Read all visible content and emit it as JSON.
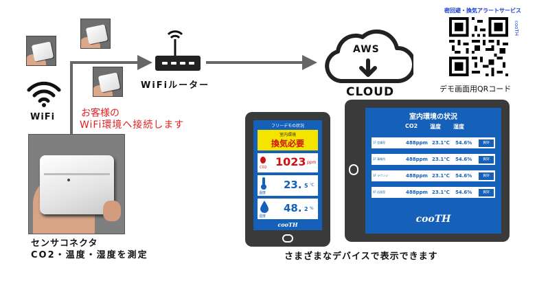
{
  "wifi": {
    "label": "WiFi"
  },
  "router": {
    "label": "WiFiルーター"
  },
  "cloud": {
    "aws": "AWS",
    "label": "CLOUD"
  },
  "qr": {
    "title": "密回避・換気アラートサービス",
    "side_text": "cooTH",
    "caption": "デモ画面用QRコード"
  },
  "customer_note": {
    "line1": "お客様の",
    "line2": "WiFi環境へ接続します"
  },
  "sensor": {
    "caption_line1": "センサコネクタ",
    "caption_line2": "CO2・温度・湿度を測定"
  },
  "devices_caption": "さまざまなデバイスで表示できます",
  "phone": {
    "header": "フリーデモの状況",
    "alert_label": "室内環境",
    "alert_text": "換気必要",
    "co2_value": "1023",
    "co2_unit": "ppm",
    "co2_label": "CO2",
    "temp_value": "23.",
    "temp_decimal": "5",
    "temp_unit": "℃",
    "temp_label": "温度",
    "hum_value": "48.",
    "hum_decimal": "2",
    "hum_unit": "%",
    "hum_label": "湿度",
    "brand": "cooTH"
  },
  "tablet": {
    "title": "室内環境の状況",
    "col_co2": "CO2",
    "col_temp": "温度",
    "col_hum": "湿度",
    "brand": "cooTH",
    "rows": [
      {
        "room": "1F 会議室",
        "co2": "488ppm",
        "temp": "23.1℃",
        "hum": "54.6%",
        "status": "良好"
      },
      {
        "room": "2F 事務所",
        "co2": "488ppm",
        "temp": "23.1℃",
        "hum": "54.6%",
        "status": "良好"
      },
      {
        "room": "3F ラウンジ",
        "co2": "488ppm",
        "temp": "23.1℃",
        "hum": "54.6%",
        "status": "良好"
      },
      {
        "room": "4F 応接室",
        "co2": "488ppm",
        "temp": "23.1℃",
        "hum": "54.6%",
        "status": "良好"
      }
    ]
  },
  "colors": {
    "accent_red": "#e02020",
    "screen_blue": "#1560b8",
    "alert_yellow": "#f5e400"
  }
}
